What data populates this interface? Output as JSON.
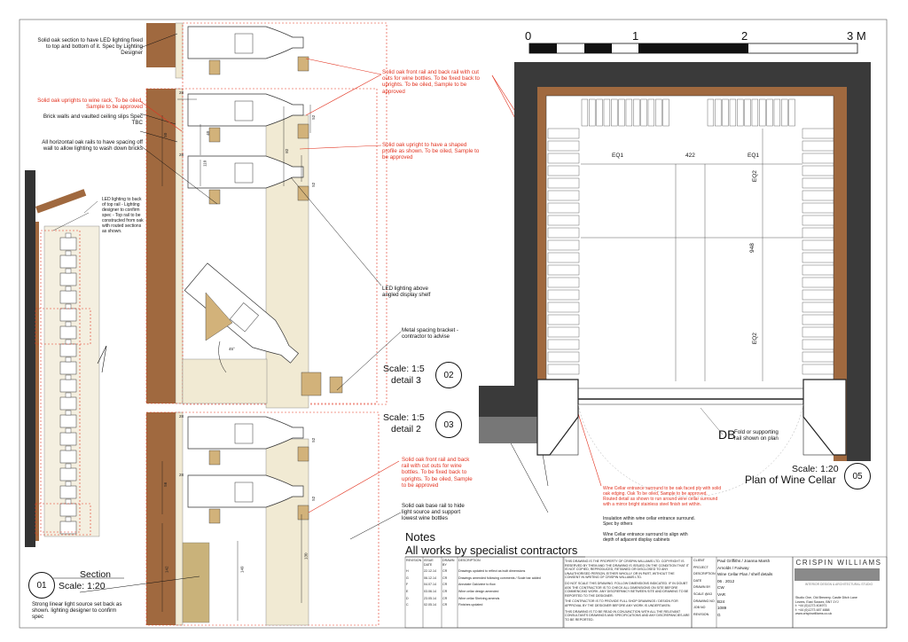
{
  "scale_bar": {
    "labels": [
      "0",
      "1",
      "2",
      "3 M"
    ]
  },
  "section": {
    "title": "Section",
    "scale": "Scale: 1:20",
    "number": "01",
    "note_led": "LED lighting to back of top rail - Lighting designer to confirm spec - Top rail to be constructed from oak with routed sections as shown.",
    "note_strong": "Strong linear light source set back as shown. lighting designer to confirm spec"
  },
  "detail3": {
    "scale": "Scale: 1:5",
    "title": "detail 3",
    "number": "02"
  },
  "detail2": {
    "scale": "Scale: 1:5",
    "title": "detail 2",
    "number": "03"
  },
  "plan": {
    "scale": "Scale: 1:20",
    "title": "Plan of Wine Cellar",
    "number": "05",
    "dims": {
      "eq1_left": "EQ1",
      "mid": "422",
      "eq1_right": "EQ1",
      "eq2_top": "EQ2",
      "depth": "948",
      "eq2_bottom": "EQ2"
    },
    "db": "DB",
    "note_db": "Fold or supporting rail shown on plan"
  },
  "annotations": {
    "led_top": "Solid oak section to have LED lighting fixed to top and bottom of it. Spec by Lighting Designer",
    "uprights": "Solid oak uprights to wine rack, To be oiled, Sample to be approved",
    "brick": "Brick walls and vaulted ceiling slips Spec TBC",
    "rails": "All horizontal oak rails to have spacing off wall to allow lighting to wash down bricks",
    "front_rail": "Solid oak front rail and back rail with cut outs for wine bottles. To be fixed back to uprights. To be oiled, Sample to be approved",
    "upright_shape": "Solid oak upright to have a shaped profile as shown. To be oiled, Sample to be approved",
    "led_angled": "LED lighting above angled display shelf",
    "bracket": "Metal spacing bracket - contractor to advise",
    "front_rail2": "Solid oak front rail and back rail with cut outs for wine bottles. To be fixed back to uprights. To be oiled, Sample to be approved",
    "base_rail": "Solid oak base rail to hide light source and support lowest wine bottles",
    "entrance_red": "Wine Cellar entrance surround to be oak faced ply with solid oak edging. Oak To be oiled, Sample to be approved. Routed detail as shown to run around wine cellar surround with a mirror bright stainless steel finish set within.",
    "insulation": "Insulation within wine cellar entrance surround. Spec by others",
    "align": "Wine Cellar entrance surround to align with depth of adjacent display cabinets"
  },
  "dims_detail": {
    "d28a": "28",
    "d52a": "52",
    "d50a": "50",
    "d28b": "28",
    "d110": "110",
    "d40": "40",
    "d52b": "52",
    "d82": "82",
    "d45": "45°",
    "d28c": "28",
    "d52c": "52",
    "d56": "56",
    "d28d": "28",
    "d52d": "52",
    "d142": "142",
    "d130": "130",
    "d149": "149"
  },
  "notes": {
    "title": "Notes",
    "subtitle": "All works by specialist contractors"
  },
  "revisions": {
    "headers": [
      "REVISION",
      "ISSUE DATE",
      "DRAWN BY",
      "DESCRIPTION"
    ],
    "rows": [
      [
        "H",
        "22.12.14",
        "CR",
        "Drawings updated to reflect as built dimensions"
      ],
      [
        "G",
        "06.12.14",
        "CR",
        "Drawings amended following comments / Scale bar added"
      ],
      [
        "F",
        "04.07.14",
        "CR",
        "Annotate Oak/wine to flow"
      ],
      [
        "E",
        "03.06.14",
        "CR",
        "Wine cellar design amended"
      ],
      [
        "D",
        "23.05.14",
        "CR",
        "Wine cellar Shelving amends"
      ],
      [
        "C",
        "02.05.14",
        "CR",
        "Finishes updated"
      ]
    ]
  },
  "copyright": [
    "THIS DRAWING IS THE PROPERTY OF CRISPIN WILLIAMS LTD. COPYRIGHT IS RESERVED BY THEM AND THE DRAWING IS ISSUED ON THE CONDITION THAT IT IS NOT COPIED, REPRODUCED, RETAINED OR DISCLOSED TO ANY UNAUTHORISED PERSON, EITHER WHOLLY OR IN PART, WITHOUT THE CONSENT IN WRITING OF CRISPIN WILLIAMS LTD.",
    "DO NOT SCALE THIS DRAWING. FOLLOW DIMENSIONS INDICATED. IF IN DOUBT ASK THE CONTRACTOR IS TO CHECK ALL DIMENSIONS ON SITE BEFORE COMMENCING WORK. ANY DISCREPANCY BETWEEN SITE AND DRAWING TO BE REPORTED TO THE DESIGNER.",
    "THE CONTRACTOR IS TO PROVIDE FULL SHOP DRAWINGS / DESIGN FOR APPROVAL BY THE DESIGNER BEFORE ANY WORK IS UNDERTAKEN.",
    "THIS DRAWING IS TO BE READ IN CONJUNCTION WITH ALL THE RELEVANT CONSULTANTS DRAWINGS AND SPECIFICATIONS AND ANY DISCREPANCIES ARE TO BE REPORTED."
  ],
  "title_block": {
    "client_label": "CLIENT",
    "client": "Paul Griffiths / Joanna Marsh",
    "project_label": "PROJECT",
    "project": "Arnolds / Fairway",
    "description_label": "DESCRIPTION",
    "description": "Wine Cellar Plan / shelf details",
    "date_label": "DATE",
    "date": "06 . 2012",
    "drawn_label": "DRAWN BY",
    "drawn": "CW",
    "scale_label": "SCALE @A3",
    "scale": "VAR",
    "drawing_label": "DRAWING NO",
    "drawing": "B24",
    "job_label": "JOB NO",
    "job": "1089",
    "revision_label": "REVISION",
    "revision": "G"
  },
  "firm": {
    "name": "CRISPIN WILLIAMS",
    "tagline": "INTERIOR DESIGN & ARCHITECTURAL STUDIO",
    "address": [
      "Studio One, Old Brewery, Castle Ditch Lane",
      "Lewes, East Sussex, BN7 1YJ",
      "t: +44 (0)1273 404971",
      "f: +44 (0)1273 487 4888",
      "www.crispinwilliams.co.uk"
    ]
  },
  "colors": {
    "oak": "#a0693f",
    "brick": "#3a3a3a",
    "red": "#e2321f",
    "rack": "#f1ead3"
  }
}
